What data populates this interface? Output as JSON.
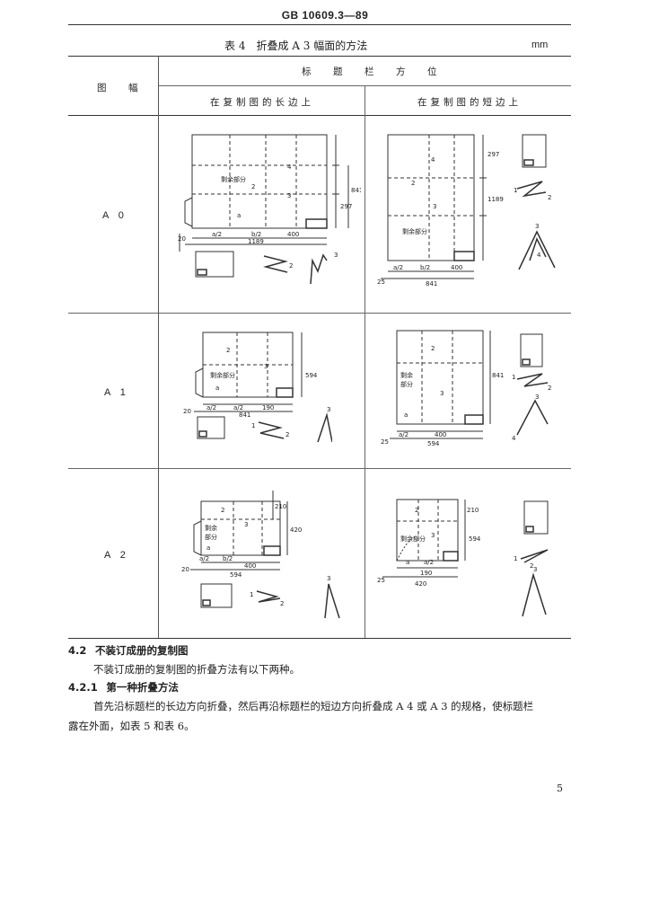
{
  "header": "GB 10609.3—89",
  "table": {
    "caption": "表 4　折叠成 A 3 幅面的方法",
    "unit": "mm",
    "col_frame": "图　幅",
    "col_title": "标　题　栏　方　位",
    "col_long": "在复制图的长边上",
    "col_short": "在复制图的短边上",
    "rows": [
      "A 0",
      "A 1",
      "A 2"
    ]
  },
  "drawing_labels": {
    "remaining": "剩余部分",
    "remaining_1": "剩余",
    "remaining_2": "部分",
    "a": "a",
    "a_half": "a/2",
    "b_half": "b/2",
    "n2": "2",
    "n3": "3",
    "n4": "4",
    "d1189": "1189",
    "d841": "841",
    "d594": "594",
    "d420": "420",
    "d400": "400",
    "d190": "190",
    "d297": "297",
    "d210": "210",
    "d20": "20",
    "d25": "25",
    "d1": "1"
  },
  "body": {
    "s42_num": "4.2",
    "s42_title": "不装订成册的复制图",
    "s42_text": "不装订成册的复制图的折叠方法有以下两种。",
    "s421_num": "4.2.1",
    "s421_title": "第一种折叠方法",
    "s421_text1": "首先沿标题栏的长边方向折叠，然后再沿标题栏的短边方向折叠成 A 4 或 A 3 的规格，使标题栏",
    "s421_text2": "露在外面，如表 5 和表 6。"
  },
  "page_number": "5"
}
